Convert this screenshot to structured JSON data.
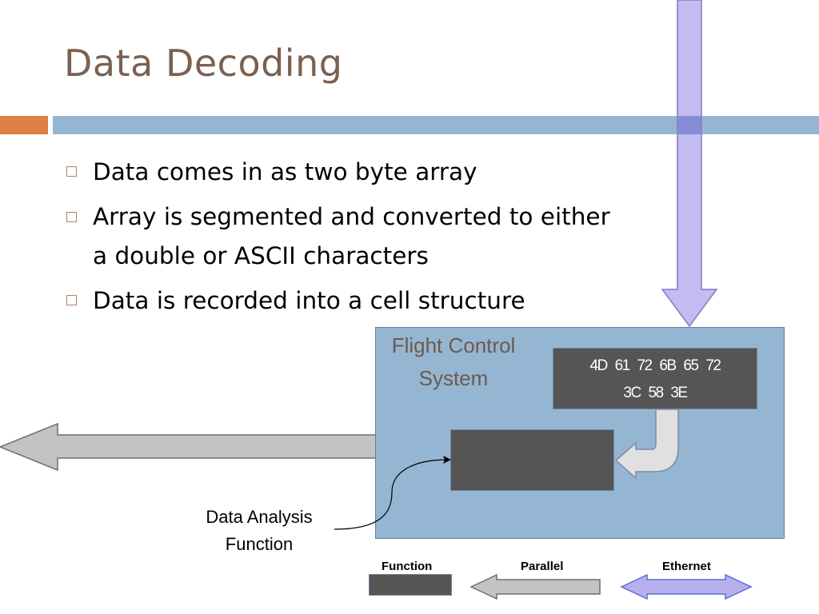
{
  "slide": {
    "title": "Data Decoding",
    "bullets": [
      "Data comes in as two byte array",
      "Array is segmented and converted  to either a double or ASCII characters",
      "Data is recorded into a cell structure"
    ]
  },
  "diagram": {
    "fcs_label": "Flight Control System",
    "hex_line_1": "4D 61 72 6B 65 72",
    "hex_line_2": "3C 58 3E",
    "callout": "Data Analysis Function"
  },
  "legend": {
    "function": "Function",
    "parallel": "Parallel",
    "ethernet": "Ethernet"
  },
  "colors": {
    "title": "#7a6150",
    "accent_orange": "#dd8047",
    "accent_blue": "#94b6d2",
    "fcs_box": "#94b6d2",
    "function_block": "#555555",
    "ethernet_arrow": "#b8b0ee",
    "parallel_arrow": "#c3c3c3",
    "fcs_label": "#6b5a4e"
  }
}
